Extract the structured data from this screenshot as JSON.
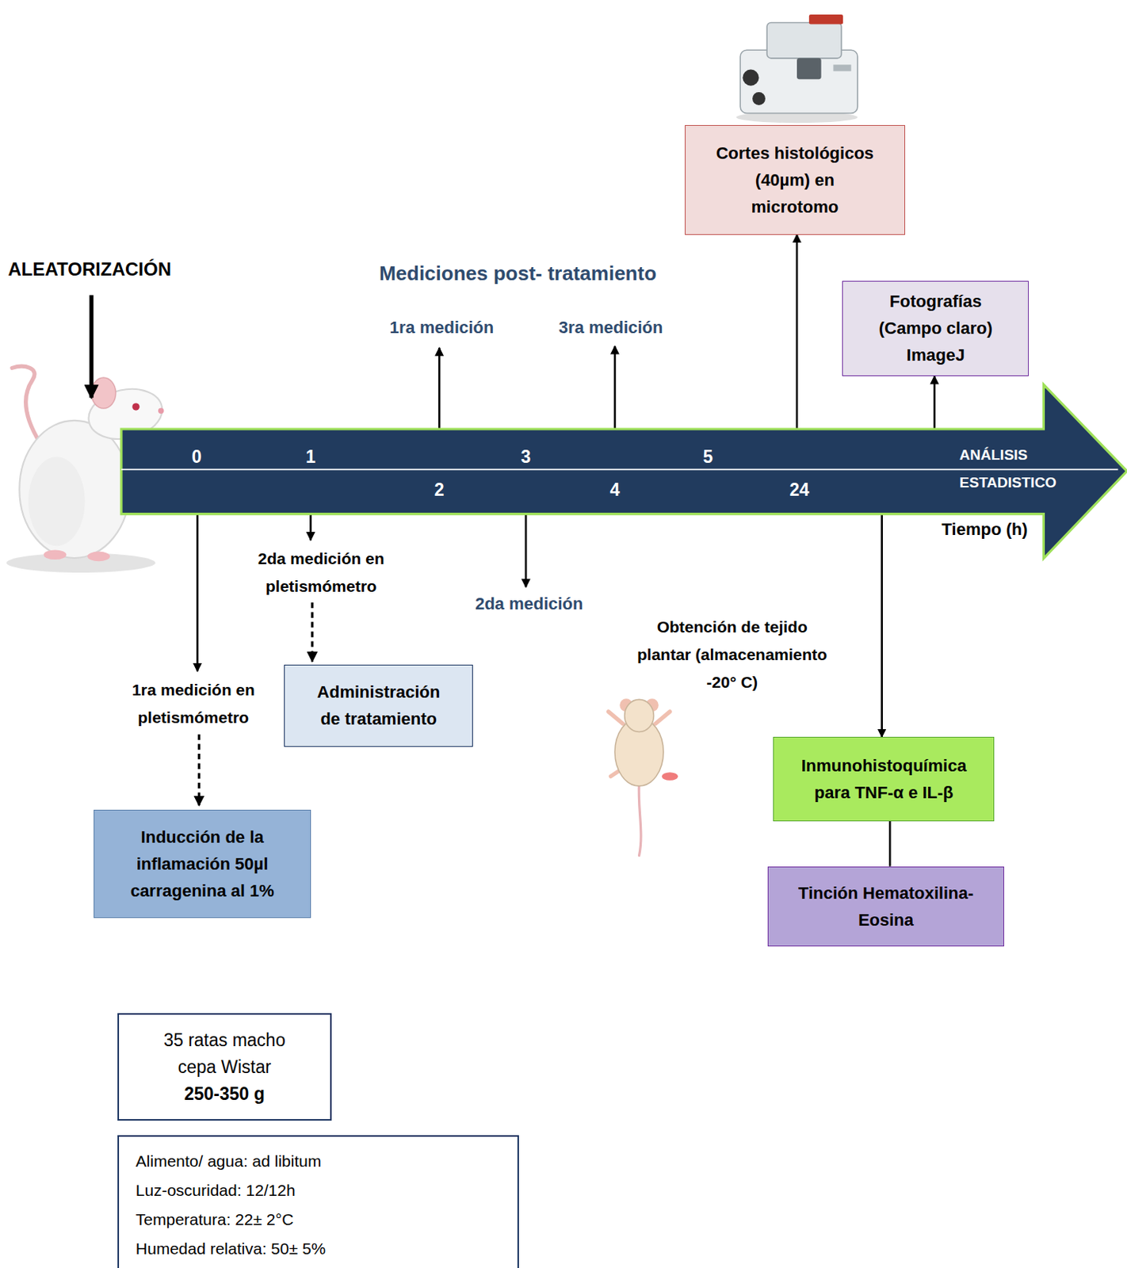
{
  "diagram": {
    "nodes": [
      {
        "text": [
          "Cortes histológicos (40µm) en microtomo"
        ]
      },
      {
        "text": [
          "Fotografías (Campo claro) ImageJ"
        ]
      },
      {
        "text": [
          "0",
          "1",
          "2",
          "3",
          "4",
          "5",
          "24",
          "ANÁLISIS ESTADISTICO"
        ]
      },
      {
        "text": [
          "Administración de tratamiento"
        ]
      },
      {
        "text": [
          "Inmunohistoquímica para TNF-α e IL-β"
        ]
      },
      {
        "text": [
          "Inducción de la inflamación 50µl carragenina al 1%"
        ]
      },
      {
        "text": [
          "Tinción Hematoxilina-Eosina"
        ]
      },
      {
        "text": [
          "35 ratas macho cepa Wistar",
          "250-350 g"
        ]
      },
      {
        "text": [
          "Alimento/ agua: ad libitum",
          "Luz-oscuridad: 12/12h",
          "Temperatura: 22± 2°C",
          "Humedad relativa: 50± 5%"
        ]
      }
    ],
    "edges": [
      {
        "from": 2,
        "to": 0,
        "arrow": "to"
      },
      {
        "from": 2,
        "to": 1,
        "arrow": "to"
      },
      {
        "from": 2,
        "to": 4,
        "arrow": "to"
      },
      {
        "from": 4,
        "to": 6,
        "arrow": "none"
      }
    ],
    "labels": [
      "ALEATORIZACIÓN",
      "Mediciones post- tratamiento",
      "1ra medición",
      "3ra medición",
      "Tiempo (h)",
      "2da medición en pletismómetro",
      "2da medición",
      "Obtención de tejido plantar (almacenamiento -20° C)",
      "1ra medición en pletismómetro"
    ]
  }
}
